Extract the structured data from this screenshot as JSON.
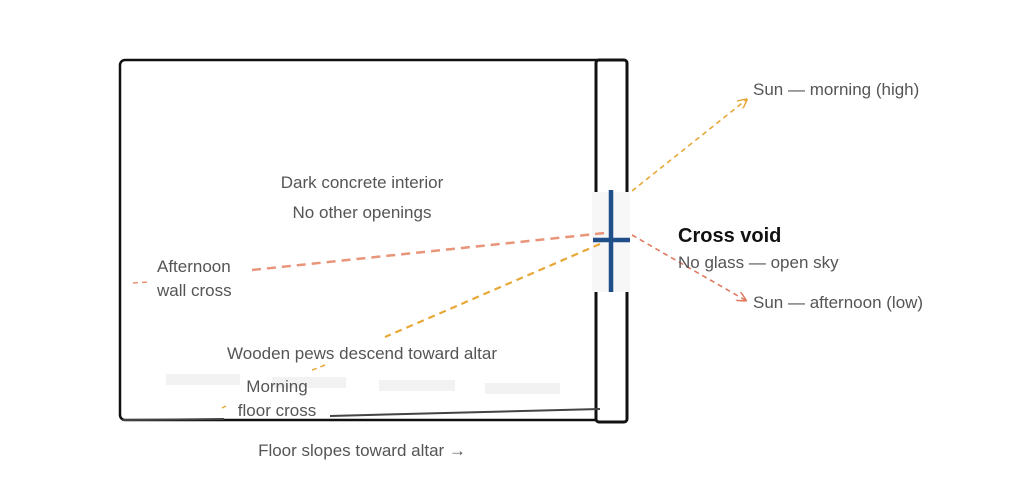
{
  "labels": {
    "interior_line1": "Dark concrete interior",
    "interior_line2": "No other openings",
    "afternoon_cross_line1": "Afternoon",
    "afternoon_cross_line2": "wall cross",
    "pews": "Wooden pews descend toward altar",
    "morning_cross_line1": "Morning",
    "morning_cross_line2": "floor cross",
    "floor": "Floor slopes toward altar →",
    "cross_void_title": "Cross void",
    "cross_void_sub": "No glass — open sky",
    "sun_morning": "Sun — morning (high)",
    "sun_afternoon": "Sun — afternoon (low)"
  },
  "colors": {
    "wall": "#111111",
    "cross": "#1f4e89",
    "morning_ray": "#e8a838",
    "afternoon_ray": "#e07a5f",
    "afternoon_ray_light": "#e8957a",
    "pew": "#f2f2f2",
    "floor_line": "#444444"
  }
}
